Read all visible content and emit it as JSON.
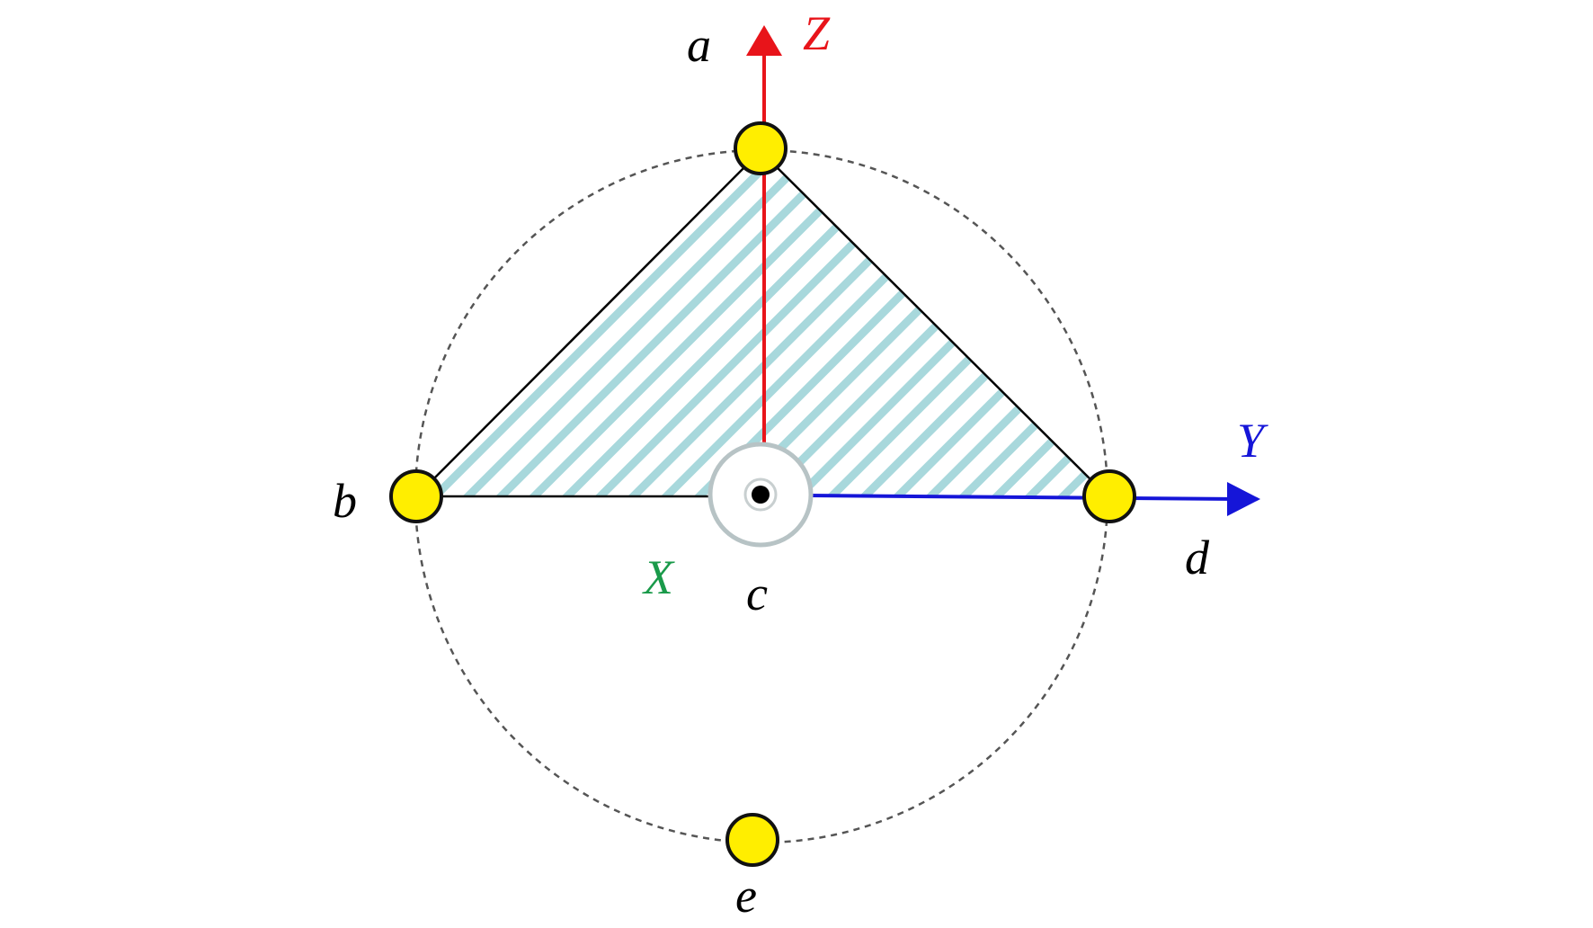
{
  "axes": {
    "z": {
      "label": "Z",
      "color": "#e8141a"
    },
    "y": {
      "label": "Y",
      "color": "#1515d8"
    },
    "x": {
      "label": "X",
      "color": "#1a9a4a"
    }
  },
  "points": {
    "a": {
      "label": "a"
    },
    "b": {
      "label": "b"
    },
    "c": {
      "label": "c"
    },
    "d": {
      "label": "d"
    },
    "e": {
      "label": "e"
    }
  },
  "colors": {
    "node_fill": "#ffee00",
    "triangle_hatch": "#a8d8dc",
    "circle_dash": "#555555",
    "edge": "#000000"
  }
}
